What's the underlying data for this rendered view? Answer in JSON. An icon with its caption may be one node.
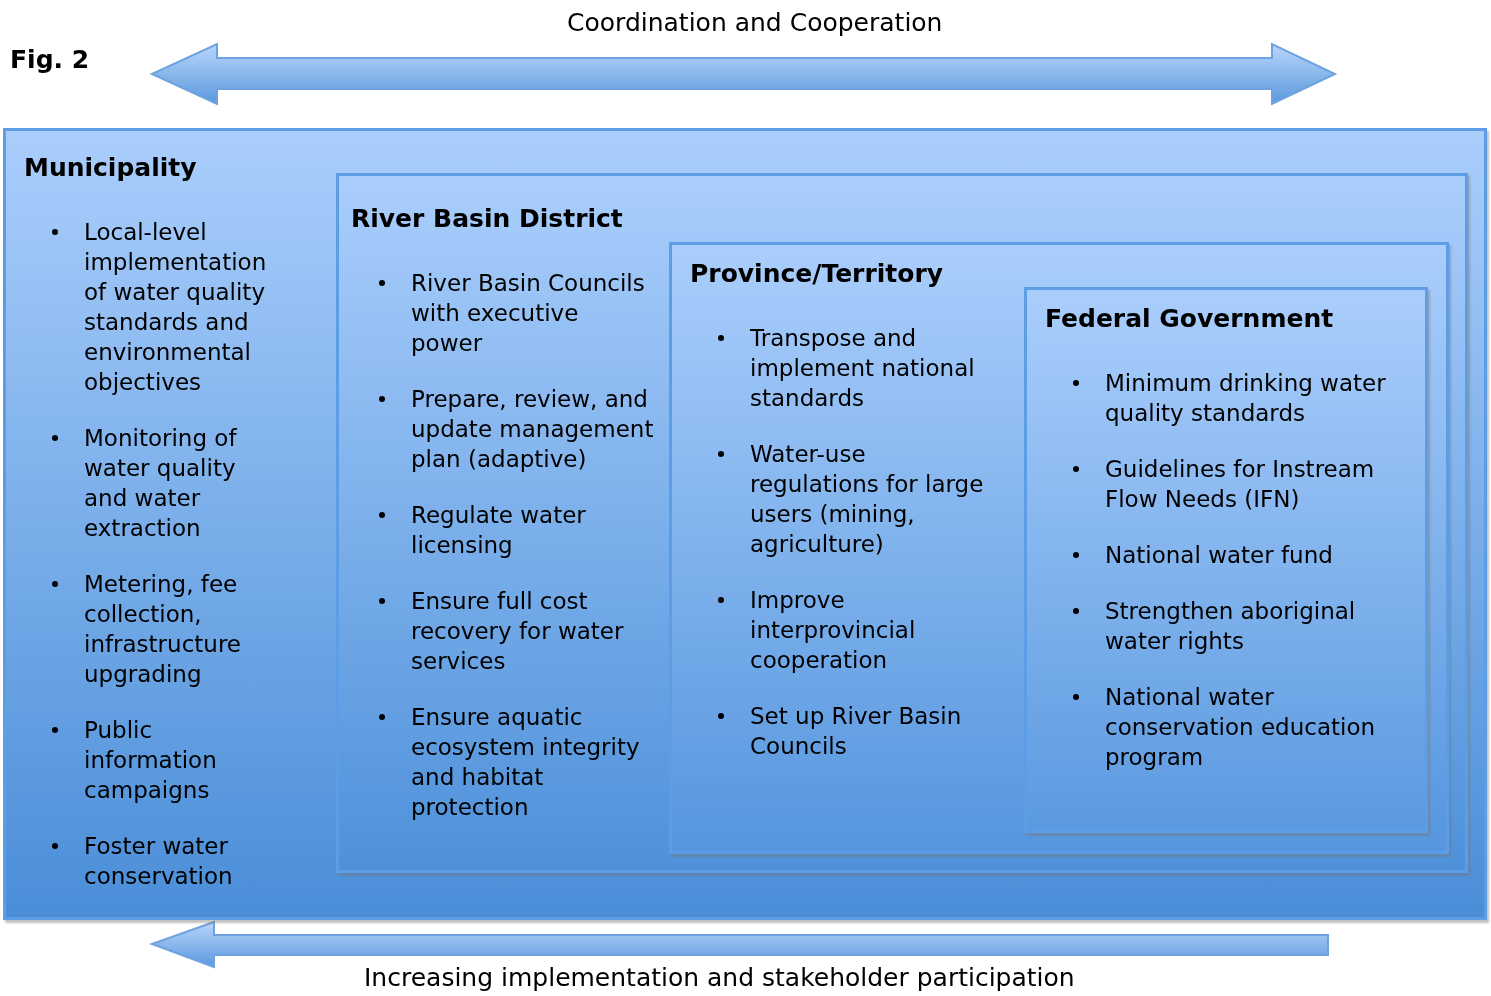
{
  "diagram": {
    "nodes": [
      {
        "text": [
          "Municipality",
          "Local-level implementation of water quality standards and environmental objectives",
          "Monitoring of water quality and water extraction",
          "Metering, fee collection, infrastructure upgrading",
          "Public information campaigns",
          "Foster water conservation"
        ]
      },
      {
        "text": [
          "River Basin District",
          "River Basin Councils with executive power",
          "Prepare, review, and update management plan (adaptive)",
          "Regulate water licensing",
          "Ensure full cost recovery for water services",
          "Ensure aquatic ecosystem integrity and habitat protection"
        ],
        "in": 0
      },
      {
        "text": [
          "Province/Territory",
          "Transpose and implement national standards",
          "Water-use regulations for large users (mining, agriculture)",
          "Improve interprovincial cooperation",
          "Set up River Basin Councils"
        ],
        "in": 1
      },
      {
        "text": [
          "Federal Government",
          "Minimum drinking water quality standards",
          "Guidelines for Instream Flow Needs (IFN)",
          "National water fund",
          "Strengthen aboriginal water rights",
          "National water conservation education program"
        ],
        "in": 2
      }
    ],
    "labels": [
      "Fig. 2",
      "Coordination and Cooperation",
      "Increasing implementation and stakeholder participation"
    ]
  }
}
